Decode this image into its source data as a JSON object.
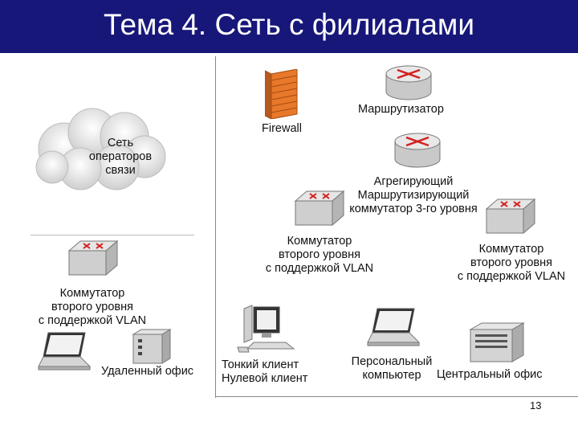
{
  "slide": {
    "title": "Тема 4. Сеть с филиалами",
    "page_number": "13"
  },
  "labels": {
    "cloud": [
      "Сеть",
      "операторов",
      "связи"
    ],
    "firewall": "Firewall",
    "router": "Маршрутизатор",
    "agg_switch": [
      "Агрегирующий",
      "Маршрутизирующий",
      "коммутатор 3-го уровня"
    ],
    "switch_center_left": [
      "Коммутатор",
      "второго уровня",
      "с поддержкой VLAN"
    ],
    "switch_center_right": [
      "Коммутатор",
      "второго уровня",
      "с поддержкой VLAN"
    ],
    "switch_remote": [
      "Коммутатор",
      "второго уровня",
      "с поддержкой VLAN"
    ],
    "remote_office": "Удаленный офис",
    "thin_client": [
      "Тонкий клиент",
      "Нулевой клиент"
    ],
    "pc": [
      "Персональный",
      "компьютер"
    ],
    "central_office": "Центральный офис"
  },
  "colors": {
    "header_bg": "#17177a",
    "header_text": "#ffffff",
    "firewall_orange": "#e8782a",
    "arrow_red": "#d42020",
    "device_gray": "#d8d8d8"
  },
  "icons": [
    "cloud-icon",
    "firewall-icon",
    "router-icon",
    "switch-icon",
    "laptop-icon",
    "server-icon",
    "thin-client-icon"
  ]
}
